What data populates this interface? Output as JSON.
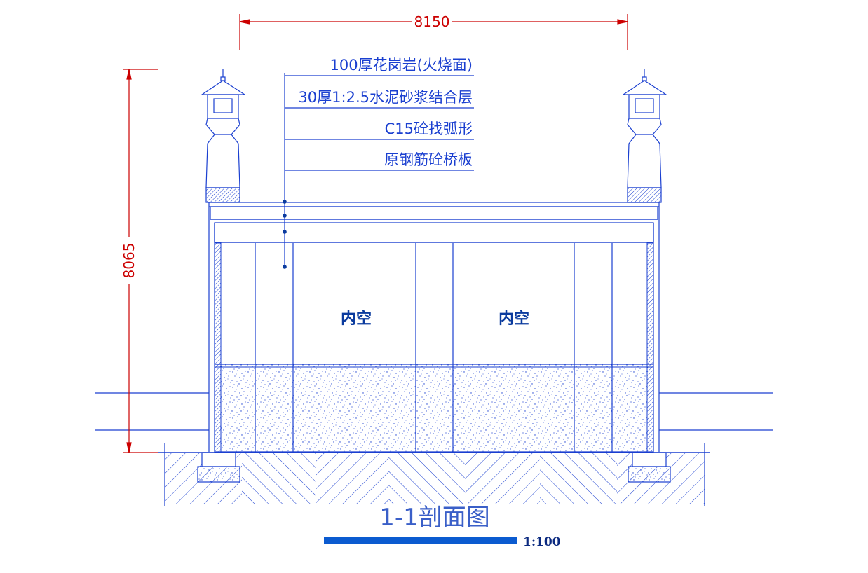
{
  "dimensions": {
    "width": "8150",
    "height": "8065"
  },
  "layers": [
    {
      "label": "100厚花岗岩(火烧面)"
    },
    {
      "label": "30厚1:2.5水泥砂浆结合层"
    },
    {
      "label": "C15砼找弧形"
    },
    {
      "label": "原钢筋砼桥板"
    }
  ],
  "zones": {
    "left": "内空",
    "right": "内空"
  },
  "title": "1-1剖面图",
  "scale": "1:100",
  "colors": {
    "line": "#1a3fd0",
    "dimension": "#cc0000",
    "title": "#3a5fc8",
    "scale_bar": "#0b5bd0"
  }
}
